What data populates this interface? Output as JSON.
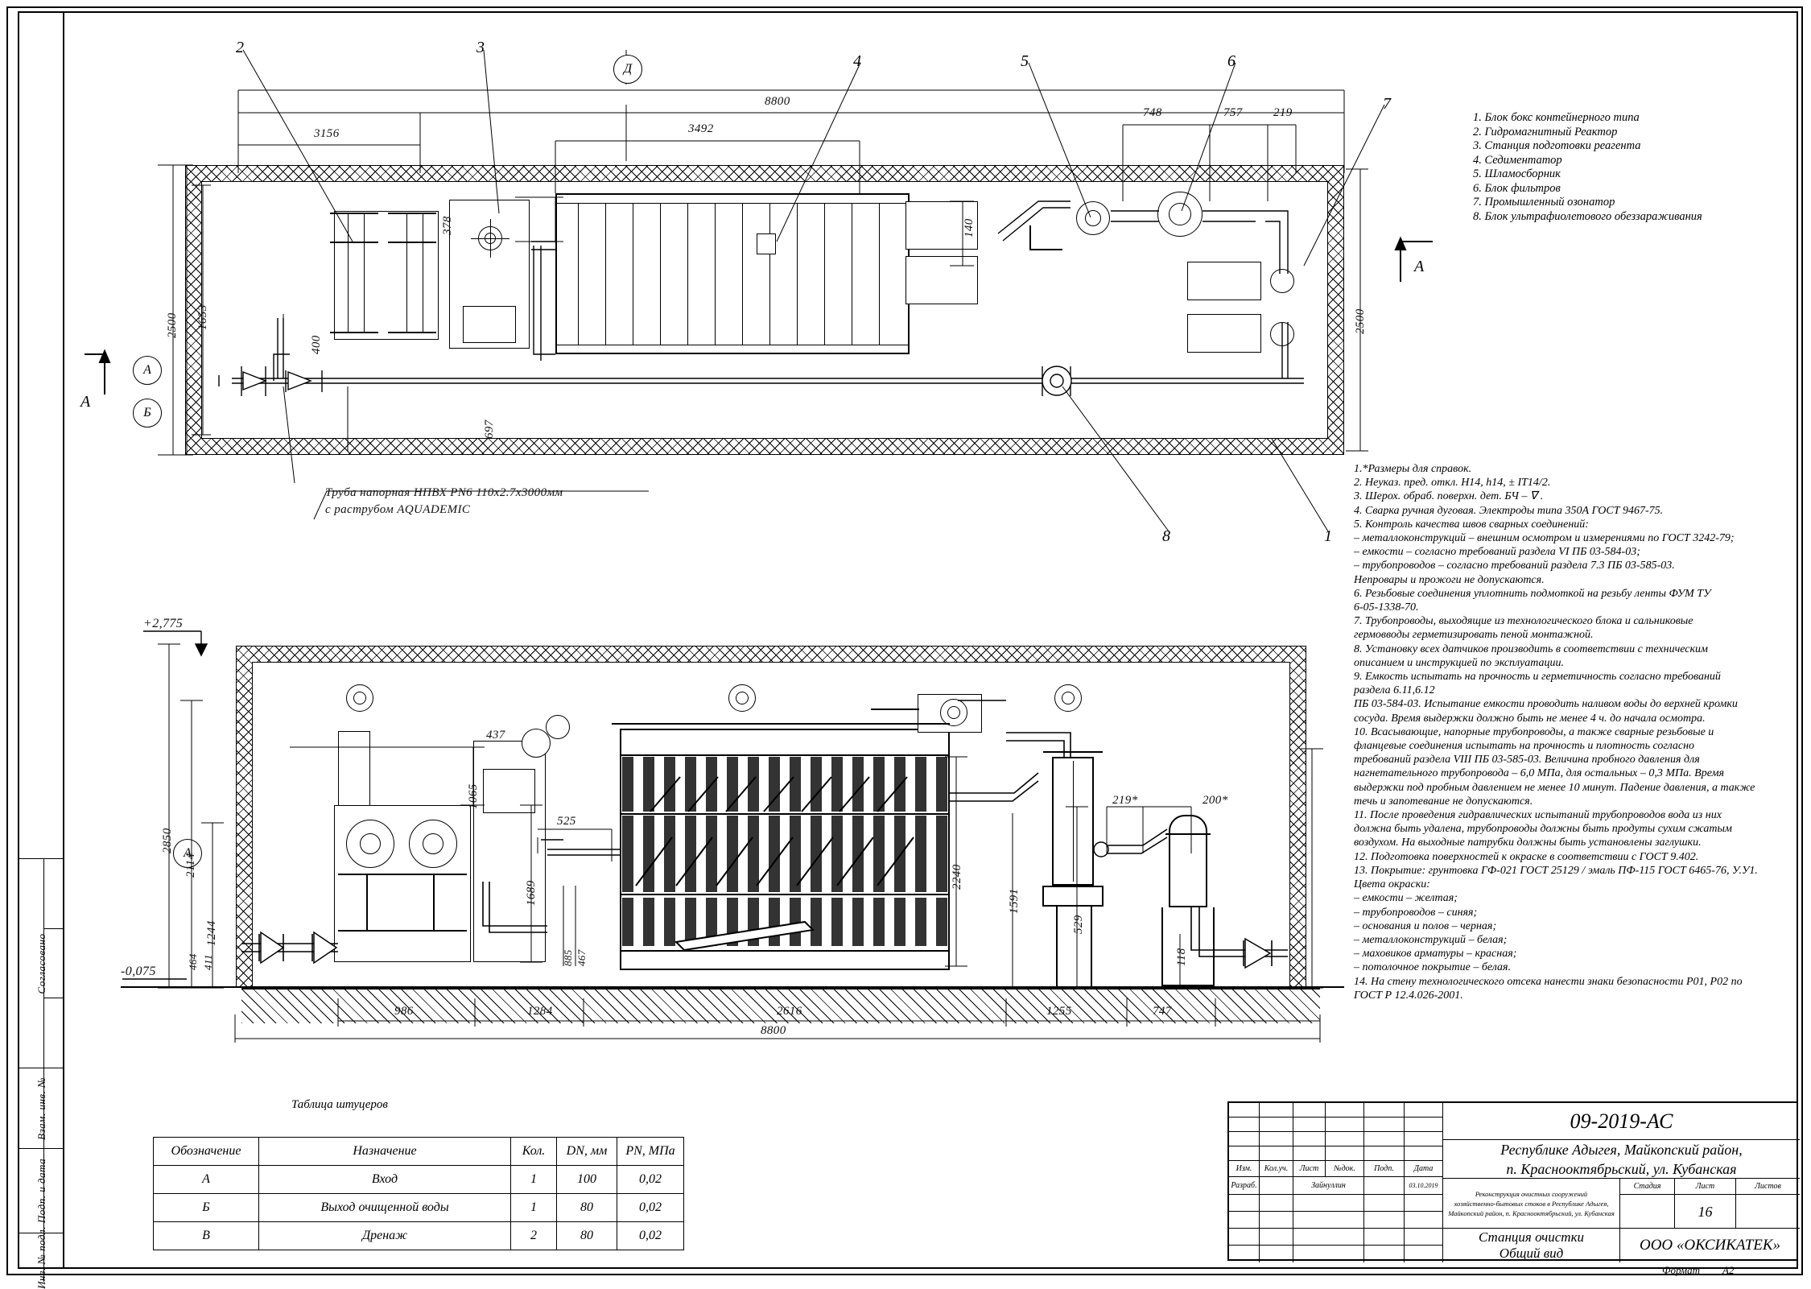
{
  "sheet": {
    "format_label": "Формат",
    "format_value": "A2"
  },
  "margin_stamps": [
    {
      "label": "Согласовано"
    },
    {
      "label": "Взам. инв. №"
    },
    {
      "label": "Подп. и дата"
    },
    {
      "label": "Инв. № подл."
    }
  ],
  "legend": {
    "items": [
      "1. Блок бокс контейнерного типа",
      "2. Гидромагнитный Реактор",
      "3. Станция подготовки реагента",
      "4. Седиментатор",
      "5. Шламосборник",
      "6. Блок фильтров",
      "7. Промышленный озонатор",
      "8. Блок ультрафиолетового обеззараживания"
    ]
  },
  "notes": {
    "lines": [
      "1.*Размеры для справок.",
      "2. Неуказ. пред. откл. Н14, h14, ± IT14/2.",
      "3. Шерох. обраб. поверхн. дет. БЧ –  ∇ .",
      "4. Сварка ручная дуговая. Электроды типа 350А ГОСТ 9467-75.",
      "5. Контроль качества швов сварных соединений:",
      "– металлоконструкций – внешним осмотром и измерениями по ГОСТ 3242-79;",
      "– емкости – согласно требований раздела VI ПБ 03-584-03;",
      "– трубопроводов – согласно требований раздела 7.3 ПБ 03-585-03.",
      "   Непровары и прожоги не допускаются.",
      "6.  Резьбовые  соединения  уплотнить  подмоткой  на  резьбу  ленты  ФУМ  ТУ",
      "6-05-1338-70.",
      "7.   Трубопроводы,  выходящие  из  технологического  блока  и  сальниковые",
      "гермовводы герметизировать пеной монтажной.",
      "8.  Установку  всех  датчиков  производить  в  соответствии  с  техническим",
      "описанием и инструкцией по эксплуатации.",
      "9.  Емкость  испытать  на  прочность  и  герметичность  согласно  требований",
      "раздела 6.11,6.12",
      "ПБ 03-584-03. Испытание емкости проводить наливом воды до верхней кромки",
      "сосуда. Время выдержки должно быть не менее 4 ч. до начала осмотра.",
      "10.  Всасывающие,  напорные  трубопроводы,  а  также  сварные  резьбовые  и",
      "фланцевые  соединения  испытать  на  прочность  и  плотность  согласно",
      "требований раздела VIII ПБ 03-585-03.  Величина пробного давления  для",
      "нагнетательного трубопровода – 6,0 МПа, для остальных – 0,3 МПа. Время",
      "выдержки под пробным давлением не менее 10 минут. Падение давления, а также",
      "течь и запотевание не допускаются.",
      "11.  После  проведения  гидравлических  испытаний  трубопроводов  вода  из  них",
      "должна  быть  удалена,   трубопроводы  должны  быть  продуты  сухим  сжатым",
      "воздухом. На выходные патрубки должны быть установлены заглушки.",
      "12. Подготовка поверхностей к окраске в соответствии с ГОСТ 9.402.",
      "13. Покрытие: грунтовка ГФ-021 ГОСТ 25129 / эмаль ПФ-115 ГОСТ 6465-76, У.У1.",
      "   Цвета окраски:",
      "– емкости – желтая;",
      "– трубопроводов – синяя;",
      "– основания и полов – черная;",
      "– металлоконструкций – белая;",
      "– маховиков арматуры – красная;",
      "– потолочное покрытие – белая.",
      "14. На стену технологического отсека нанести знаки безопасности Р01, Р02 по",
      "ГОСТ Р 12.4.026-2001."
    ]
  },
  "pipe_note": {
    "line1": "Труба напорная НПВХ PN6  110x2.7x3000мм",
    "line2": "с раструбом AQUADEMIC"
  },
  "plan_view": {
    "dimensions_top": [
      "8800",
      "3156",
      "3492",
      "748",
      "757",
      "219"
    ],
    "dimensions_left": [
      "2500",
      "1653"
    ],
    "dimensions_inner": [
      "378",
      "400",
      "697",
      "140"
    ],
    "dimensions_right": [
      "2500"
    ],
    "balloons": [
      "Д",
      "А",
      "Б"
    ],
    "section_marks": [
      "А",
      "А"
    ],
    "item_callouts": [
      "2",
      "3",
      "4",
      "5",
      "6",
      "7",
      "8",
      "1"
    ]
  },
  "section_view": {
    "elevations": [
      "+2,775",
      "-0,075"
    ],
    "dimensions_left": [
      "2850",
      "2114",
      "1244",
      "464",
      "411"
    ],
    "dimensions_inner": [
      "437",
      "1065",
      "1689",
      "525",
      "885",
      "467",
      "2240",
      "1591",
      "529",
      "118"
    ],
    "dimensions_right": [
      "219*",
      "200*"
    ],
    "dimensions_bottom": [
      "986",
      "1284",
      "2616",
      "1255",
      "747",
      "8800"
    ],
    "balloon": "А"
  },
  "nozzle_table": {
    "title": "Таблица штуцеров",
    "headers": [
      "Обозначение",
      "Назначение",
      "Кол.",
      "DN, мм",
      "PN, МПа"
    ],
    "rows": [
      [
        "А",
        "Вход",
        "1",
        "100",
        "0,02"
      ],
      [
        "Б",
        "Выход очищенной воды",
        "1",
        "80",
        "0,02"
      ],
      [
        "В",
        "Дренаж",
        "2",
        "80",
        "0,02"
      ]
    ]
  },
  "title_block": {
    "rev_headers": [
      "Изм.",
      "Кол.уч.",
      "Лист",
      "№док.",
      "Подп.",
      "Дата"
    ],
    "role": "Разраб.",
    "name": "Зайнуллин",
    "date": "03.10.2019",
    "doc_code": "09-2019-АС",
    "address_line1": "Республике Адыгея, Майкопский район,",
    "address_line2": "п. Краснооктябрьский, ул. Кубанская",
    "object_line1": "Реконструкция очистных сооружений",
    "object_line2": "хозяйственно-бытовых стоков в Республике Адыгея,",
    "object_line3": "Майкопский район, п. Краснооктябрьский, ул. Кубанская",
    "drawing_title_line1": "Станция очистки",
    "drawing_title_line2": "Общий вид",
    "stage_label": "Стадия",
    "sheet_label": "Лист",
    "sheets_label": "Листов",
    "stage_value": "",
    "sheet_value": "16",
    "sheets_value": "",
    "company": "ООО «ОКСИКАТЕК»"
  }
}
